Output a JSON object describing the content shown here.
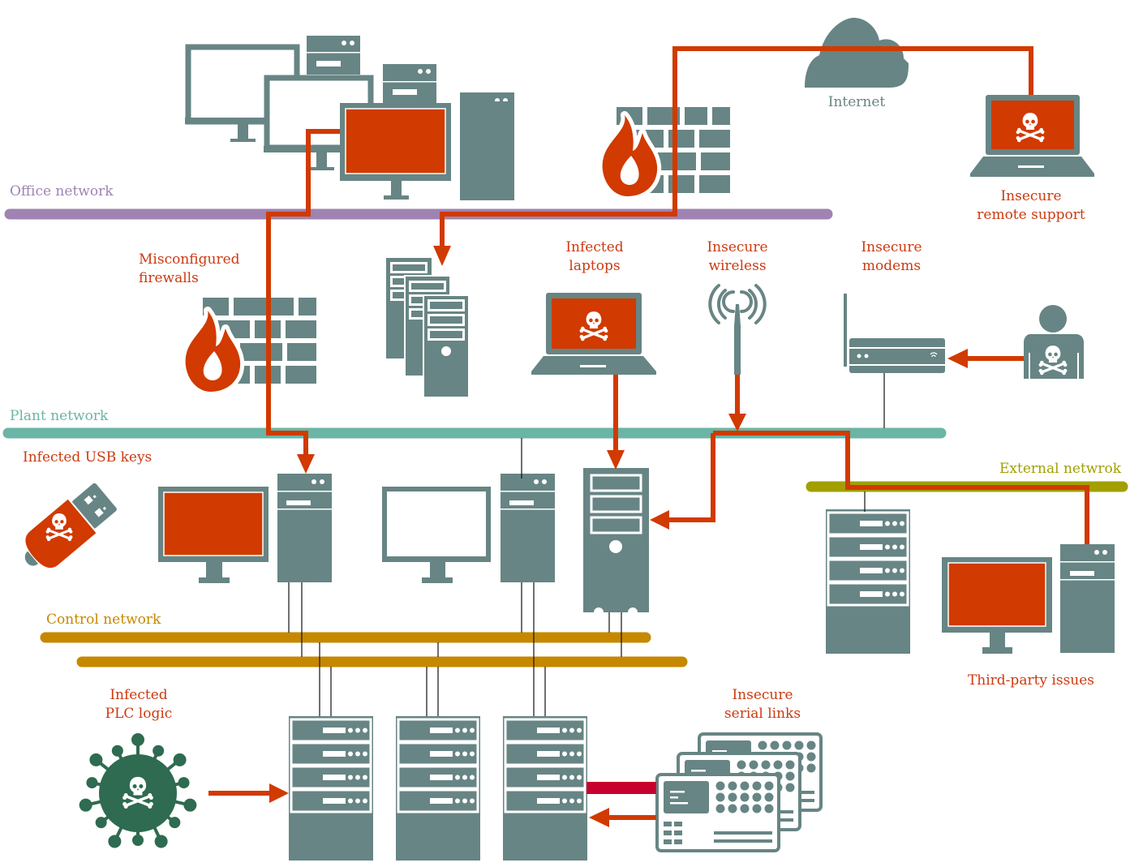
{
  "diagram": {
    "title": "Industrial control system attack vectors",
    "colors": {
      "device": "#678584",
      "threat": "#d13a00",
      "office_network": "#9f83b2",
      "plant_network": "#6ab5a6",
      "control_network": "#c68800",
      "external_network": "#a1a000",
      "serial_link": "#c8002e",
      "virus": "#2e6b50"
    },
    "networks": {
      "office": "Office network",
      "plant": "Plant network",
      "control": "Control network",
      "external": "External netwrok"
    },
    "labels": {
      "internet": "Internet",
      "remote_support_1": "Insecure",
      "remote_support_2": "remote support",
      "firewalls_1": "Misconfigured",
      "firewalls_2": "firewalls",
      "laptops_1": "Infected",
      "laptops_2": "laptops",
      "wireless_1": "Insecure",
      "wireless_2": "wireless",
      "modems_1": "Insecure",
      "modems_2": "modems",
      "usb": "Infected USB keys",
      "plc_1": "Infected",
      "plc_2": "PLC logic",
      "serial_1": "Insecure",
      "serial_2": "serial links",
      "third_party": "Third-party issues"
    },
    "icons": [
      "monitor-icon",
      "desktop-tower-icon",
      "server-rack-icon",
      "cloud-icon",
      "firewall-icon",
      "flame-icon",
      "laptop-icon",
      "skull-crossbones-icon",
      "wireless-antenna-icon",
      "modem-icon",
      "hacker-person-icon",
      "usb-key-icon",
      "virus-icon",
      "plc-panel-icon",
      "arrow-icon"
    ]
  }
}
